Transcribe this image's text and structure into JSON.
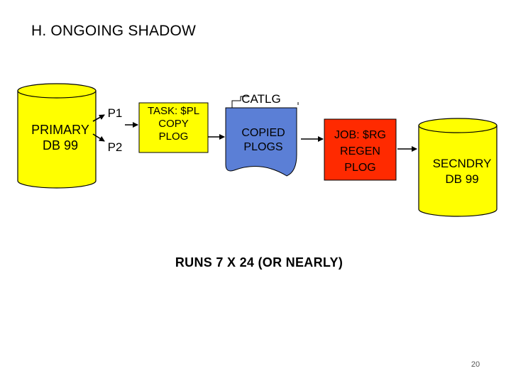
{
  "slide": {
    "title": "H. ONGOING SHADOW",
    "subtitle": "RUNS 7 X 24 (OR NEARLY)",
    "page_number": "20"
  },
  "diagram": {
    "primary_db": {
      "line1": "PRIMARY",
      "line2": "DB 99"
    },
    "p1": "P1",
    "p2": "P2",
    "task": {
      "line1": "TASK: $PL",
      "line2": "COPY",
      "line3": "PLOG"
    },
    "catlg": "CATLG",
    "copied": {
      "line1": "COPIED",
      "line2": "PLOGS"
    },
    "job": {
      "line1": "JOB: $RG",
      "line2": "REGEN",
      "line3": "PLOG"
    },
    "secondary_db": {
      "line1": "SECNDRY",
      "line2": "DB 99"
    },
    "colors": {
      "database_fill": "#ffff00",
      "task_fill": "#ffff00",
      "copied_fill": "#5b7fd6",
      "job_fill": "#ff2a00",
      "outline": "#000000"
    }
  }
}
